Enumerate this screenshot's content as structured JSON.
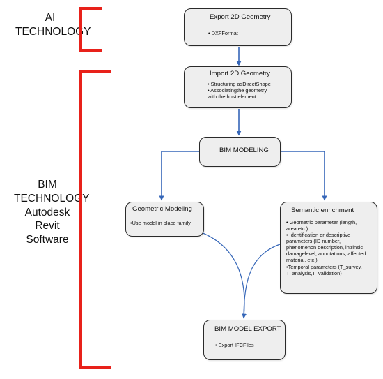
{
  "sections": {
    "ai": {
      "label_lines": [
        "AI",
        "TECHNOLOGY"
      ]
    },
    "bim": {
      "label_lines": [
        "BIM",
        "TECHNOLOGY",
        "Autodesk",
        "Revit",
        "Software"
      ]
    }
  },
  "boxes": {
    "export_2d": {
      "title": "Export 2D Geometry",
      "lines": [
        "• DXFFormat"
      ]
    },
    "import_2d": {
      "title": "Import 2D Geometry",
      "lines": [
        "• Structuring asDirectShape",
        "• Associatingthe geometry",
        "with the host element"
      ]
    },
    "bim_modeling": {
      "title": "BIM MODELING"
    },
    "geometric_modeling": {
      "title": "Geometric Modeling",
      "lines": [
        "•Use model in place family"
      ]
    },
    "semantic_enrichment": {
      "title": "Semantic enrichment",
      "lines": [
        "• Geometric parameter (length,",
        "area etc.)",
        "• Identification or descriptive",
        "parameters (ID number,",
        "phenomenon description, intrinsic",
        "damagelevel, annotations, affected",
        "material, etc.)",
        "•Temporal parameters (T_survey,",
        "T_analysis,T_validation)"
      ]
    },
    "bim_model_export": {
      "title": "BIM MODEL EXPORT",
      "lines": [
        "• Export IFCFiles"
      ]
    }
  },
  "colors": {
    "bracket": "#e8211a",
    "arrow_blue": "#3566b8",
    "box_fill": "#eeeeee",
    "box_border": "#2a2a2a"
  }
}
